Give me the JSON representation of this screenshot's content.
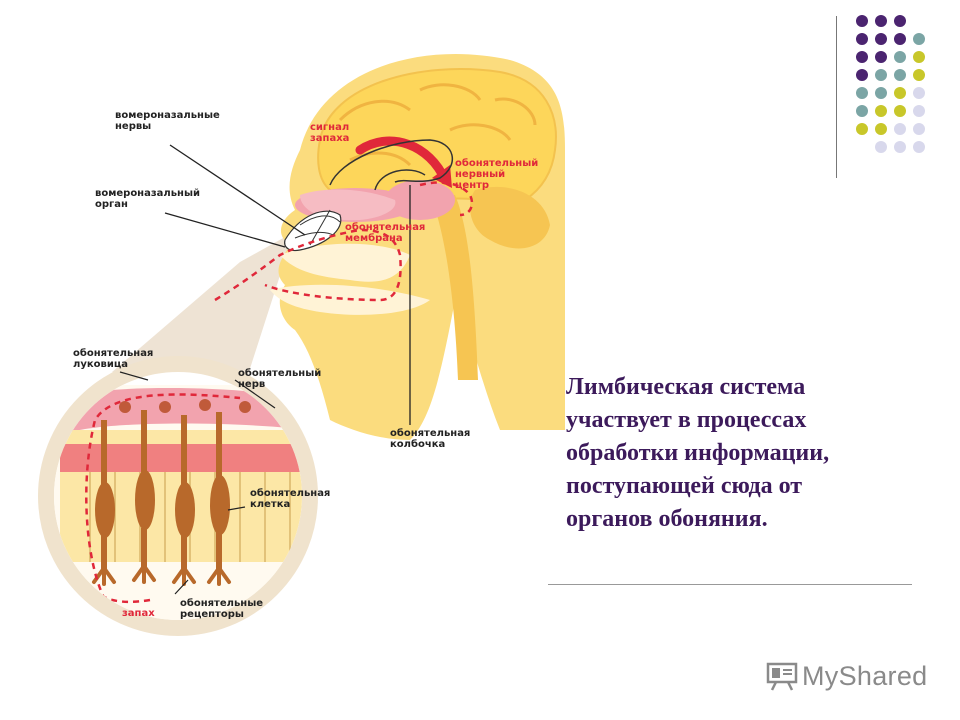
{
  "colors": {
    "purple": "#4b2470",
    "teal": "#7ba5a5",
    "olive": "#c8c72a",
    "lavender": "#d8d8ec",
    "head_yellow": "#fbdc7e",
    "brain_yellow": "#fdd65a",
    "pink": "#f2a3ae",
    "red_path": "#e0283a",
    "cell_brown": "#b8692b",
    "text_purple": "#3c1a5b"
  },
  "decor": {
    "dot_grid": [
      [
        "purple",
        "purple",
        "purple",
        null
      ],
      [
        "purple",
        "purple",
        "purple",
        "teal"
      ],
      [
        "purple",
        "purple",
        "teal",
        "olive"
      ],
      [
        "purple",
        "teal",
        "teal",
        "olive"
      ],
      [
        "teal",
        "teal",
        "olive",
        "lavender"
      ],
      [
        "teal",
        "olive",
        "olive",
        "lavender"
      ],
      [
        "olive",
        "olive",
        "lavender",
        "lavender"
      ],
      [
        null,
        "lavender",
        "lavender",
        "lavender"
      ]
    ]
  },
  "diagram": {
    "labels": {
      "vomeronasal_nerves": "вомероназальные\nнервы",
      "vomeronasal_organ": "вомероназальный\nорган",
      "odor_signal": "сигнал\nзапаха",
      "olfactory_center": "обонятельный\nнервный\nцентр",
      "olfactory_membrane": "обонятельная\nмембрана",
      "olfactory_bulb_big": "обонятельная\nлуковица",
      "olfactory_nerve": "обонятельный\nнерв",
      "olfactory_bulb": "обонятельная\nколбочка",
      "olfactory_cell": "обонятельная\nклетка",
      "odor": "запах",
      "olfactory_receptors": "обонятельные\nрецепторы"
    }
  },
  "text": {
    "body": "Лимбическая система\nучаствует в процессах\nобработки информации,\nпоступающей сюда от\nорганов обоняния."
  },
  "logo": {
    "text": "MyShared",
    "icon": "presentation-board-icon"
  }
}
